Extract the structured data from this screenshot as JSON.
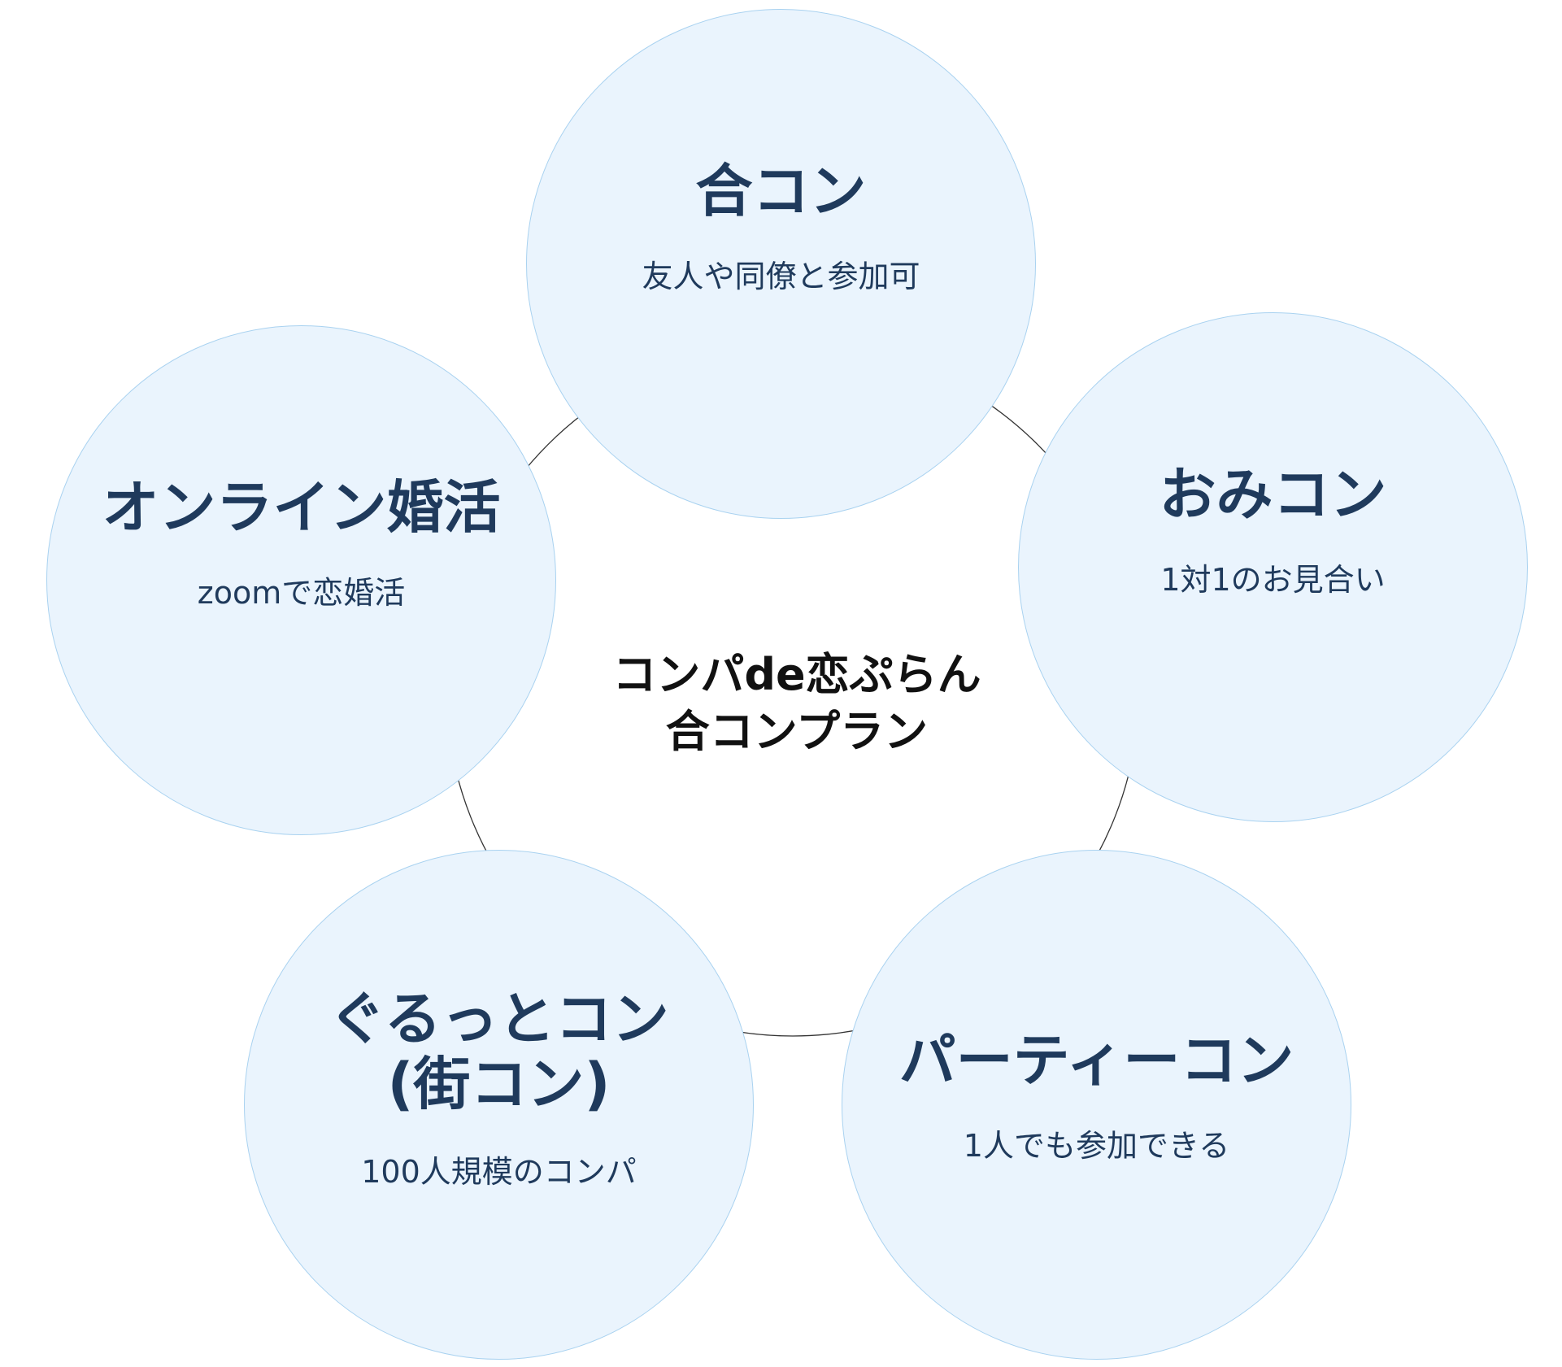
{
  "center": {
    "line1": "コンパde恋ぷらん",
    "line2": "合コンプラン"
  },
  "nodes": [
    {
      "id": "top",
      "title": "合コン",
      "subtitle": "友人や同僚と参加可"
    },
    {
      "id": "right",
      "title": "おみコン",
      "subtitle": "1対1のお見合い"
    },
    {
      "id": "bottom_right",
      "title": "パーティーコン",
      "subtitle": "1人でも参加できる"
    },
    {
      "id": "bottom_left",
      "title_line1": "ぐるっとコン",
      "title_line2": "(街コン)",
      "subtitle": "100人規模のコンパ"
    },
    {
      "id": "left",
      "title": "オンライン婚活",
      "subtitle": "zoomで恋婚活"
    }
  ],
  "colors": {
    "node_fill": "#eaf4fd",
    "node_border": "#a9d2f0",
    "node_text": "#1f3a5c",
    "center_text": "#111111",
    "ring": "#333333"
  }
}
